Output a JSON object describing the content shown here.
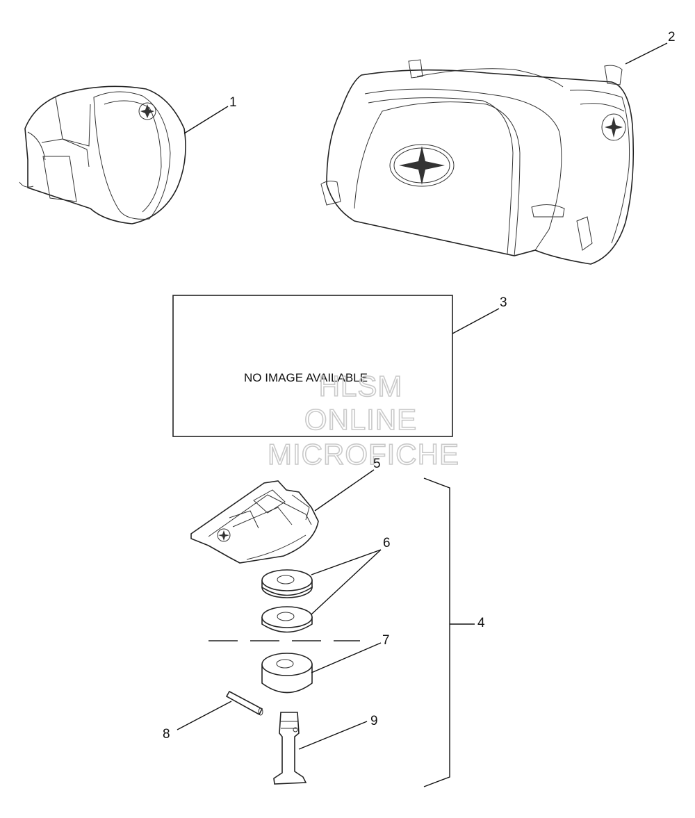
{
  "callouts": [
    "1",
    "2",
    "3",
    "4",
    "5",
    "6",
    "7",
    "8",
    "9"
  ],
  "placeholder_text": "NO IMAGE AVAILABLE",
  "watermark": [
    "HLSM",
    "ONLINE",
    "MICROFICHE"
  ],
  "icons": [
    "small-tank-bag-icon",
    "large-cargo-bag-icon",
    "mounting-plate-icon",
    "washer-icon",
    "spacer-icon",
    "pin-icon",
    "latch-post-icon",
    "compass-logo-icon"
  ]
}
